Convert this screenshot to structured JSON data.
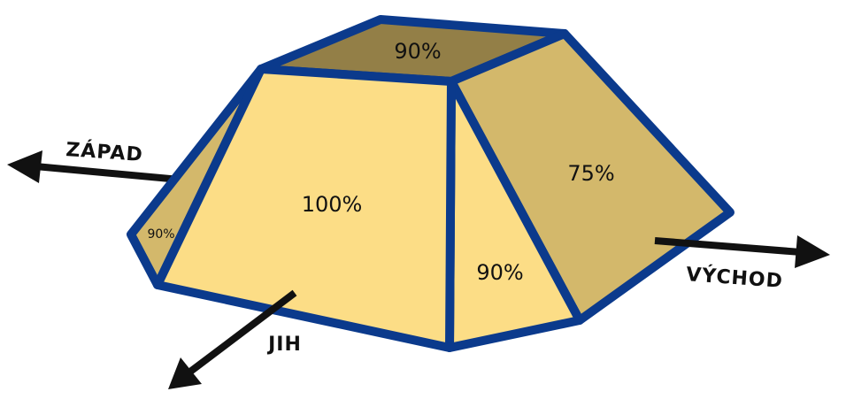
{
  "colors": {
    "full_sun": "#fcdd86",
    "partial_sun": "#d3b86b",
    "top_face": "#937f47",
    "outline": "#0b3a8c",
    "arrow": "#111111"
  },
  "faces": {
    "top": {
      "label": "90%"
    },
    "front": {
      "label": "100%"
    },
    "west": {
      "label": "90%"
    },
    "south_east": {
      "label": "90%"
    },
    "east": {
      "label": "75%"
    }
  },
  "directions": {
    "west": "ZÁPAD",
    "south": "JIH",
    "east": "VÝCHOD"
  }
}
